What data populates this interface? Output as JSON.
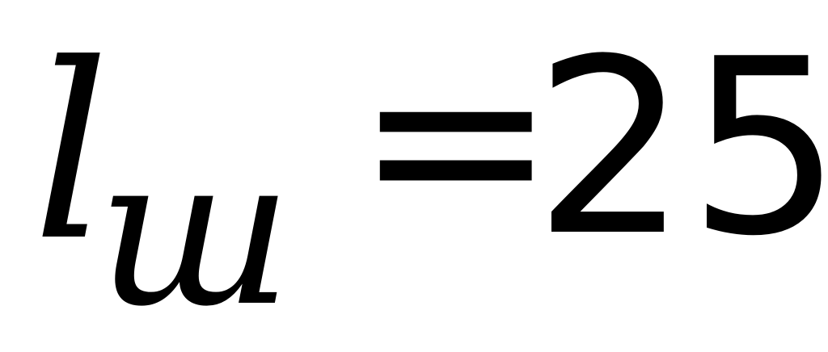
{
  "formula": {
    "variable": "l",
    "subscript": "ш",
    "operator": "=",
    "value": "25"
  }
}
